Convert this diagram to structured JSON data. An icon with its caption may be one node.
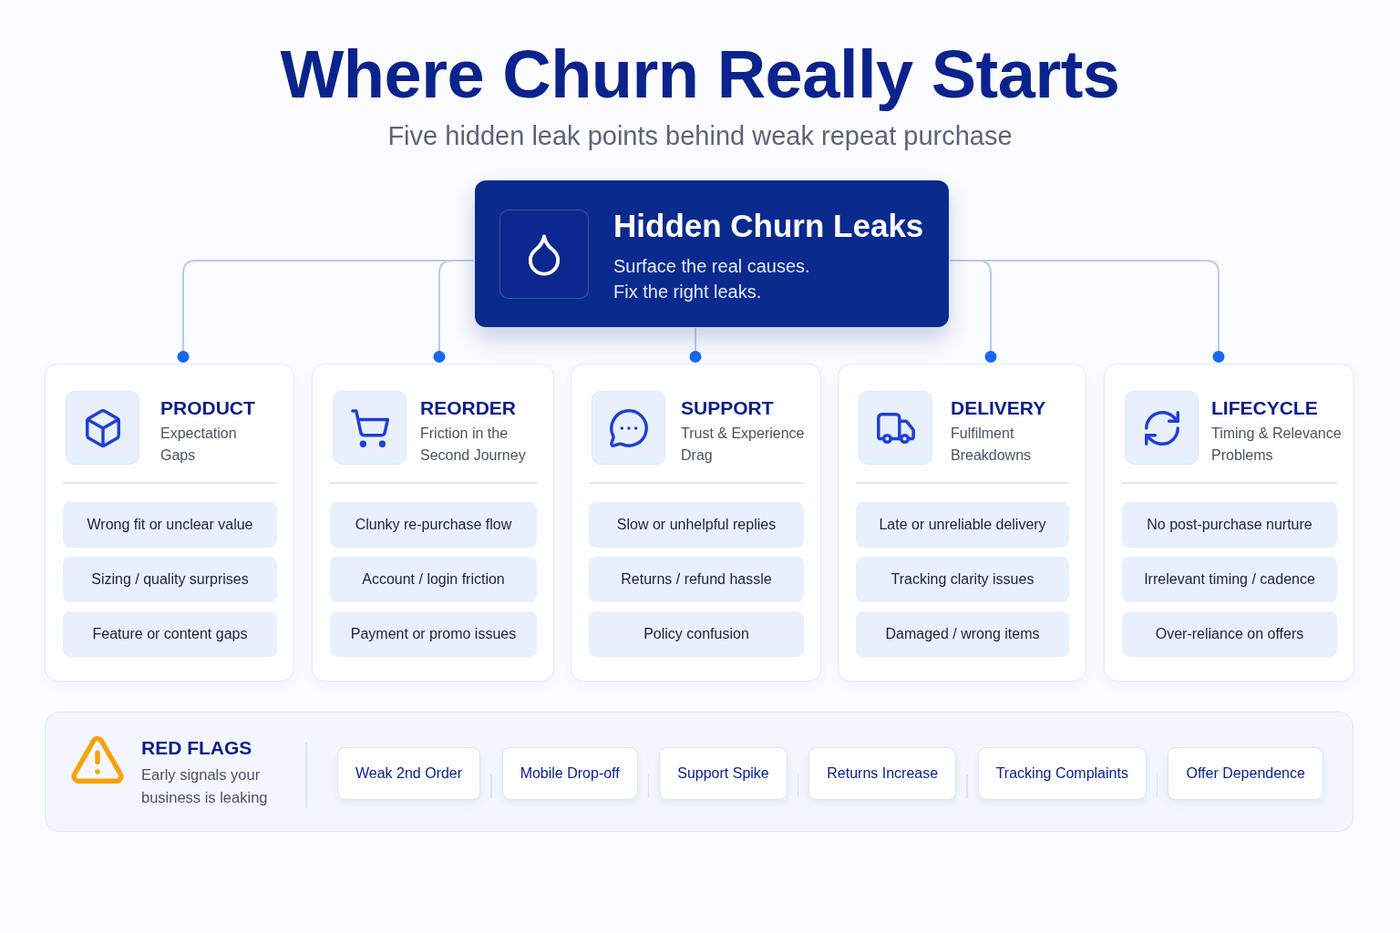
{
  "diagram": {
    "title": "Where Churn Really Starts",
    "nodes": [
      {
        "text": [
          "Hidden Churn Leaks",
          "Surface the real causes.",
          "Fix the right leaks."
        ]
      },
      {
        "text": [
          "PRODUCT",
          "Expectation Gaps"
        ]
      },
      {
        "text": [
          "Wrong fit or unclear value"
        ],
        "in": 1
      },
      {
        "text": [
          "Sizing / quality surprises"
        ],
        "in": 1
      },
      {
        "text": [
          "Feature or content gaps"
        ],
        "in": 1
      },
      {
        "text": [
          "REORDER",
          "Friction in the Second Journey"
        ]
      },
      {
        "text": [
          "Clunky re-purchase flow"
        ],
        "in": 5
      },
      {
        "text": [
          "Account / login friction"
        ],
        "in": 5
      },
      {
        "text": [
          "Payment or promo issues"
        ],
        "in": 5
      },
      {
        "text": [
          "SUPPORT",
          "Trust & Experience Drag"
        ]
      },
      {
        "text": [
          "Slow or unhelpful replies"
        ],
        "in": 9
      },
      {
        "text": [
          "Returns / refund hassle"
        ],
        "in": 9
      },
      {
        "text": [
          "Policy confusion"
        ],
        "in": 9
      },
      {
        "text": [
          "DELIVERY",
          "Fulfilment Breakdowns"
        ]
      },
      {
        "text": [
          "Late or unreliable delivery"
        ],
        "in": 13
      },
      {
        "text": [
          "Tracking clarity issues"
        ],
        "in": 13
      },
      {
        "text": [
          "Damaged / wrong items"
        ],
        "in": 13
      },
      {
        "text": [
          "LIFECYCLE",
          "Timing & Relevance Problems"
        ]
      },
      {
        "text": [
          "No post-purchase nurture"
        ],
        "in": 17
      },
      {
        "text": [
          "Irrelevant timing / cadence"
        ],
        "in": 17
      },
      {
        "text": [
          "Over-reliance on offers"
        ],
        "in": 17
      },
      {
        "text": [
          "RED FLAGS",
          "Early signals your business is leaking"
        ]
      },
      {
        "text": [
          "Weak 2nd Order"
        ],
        "in": 21
      },
      {
        "text": [
          "Mobile Drop-off"
        ],
        "in": 21
      },
      {
        "text": [
          "Support Spike"
        ],
        "in": 21
      },
      {
        "text": [
          "Returns Increase"
        ],
        "in": 21
      },
      {
        "text": [
          "Tracking Complaints"
        ],
        "in": 21
      },
      {
        "text": [
          "Offer Dependence"
        ],
        "in": 21
      }
    ],
    "edges": [
      {
        "from": 0,
        "to": 1,
        "arrow": "other"
      },
      {
        "from": 0,
        "to": 5,
        "arrow": "other"
      },
      {
        "from": 0,
        "to": 9,
        "arrow": "other"
      },
      {
        "from": 0,
        "to": 13,
        "arrow": "other"
      },
      {
        "from": 0,
        "to": 17,
        "arrow": "other"
      }
    ],
    "labels": [
      "Five hidden leak points behind weak repeat purchase"
    ]
  }
}
